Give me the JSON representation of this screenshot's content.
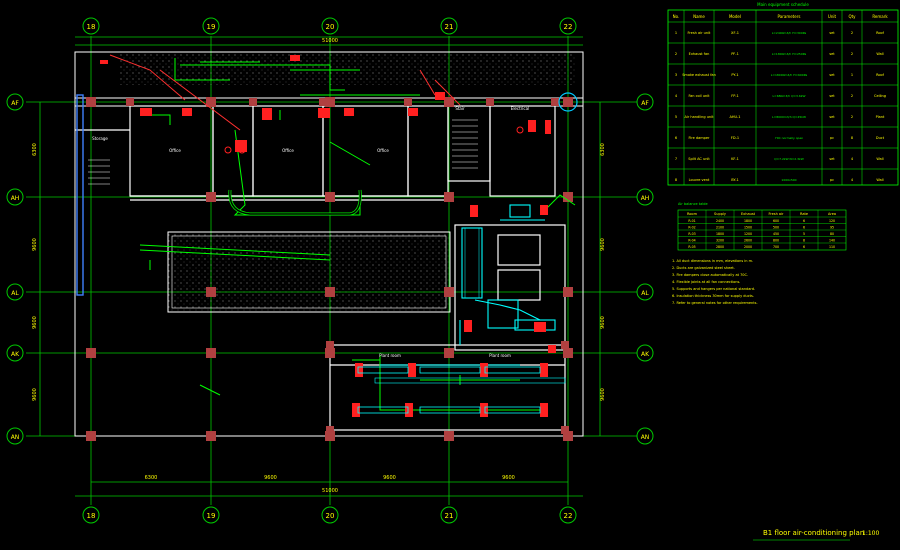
{
  "drawing": {
    "title": "B1 floor air-conditioning plan",
    "scale": "1:100",
    "colors": {
      "background": "#000000",
      "wall": "#ffffff",
      "grid": "#00c800",
      "duct_green": "#00ff00",
      "duct_cyan": "#00ffff",
      "equipment_red": "#ff2020",
      "column": "#b04040",
      "text_yellow": "#ffff00",
      "table": "#00ff00"
    },
    "axes_horizontal": [
      "18",
      "19",
      "20",
      "21",
      "22"
    ],
    "axes_vertical": [
      "AF",
      "AH",
      "AL",
      "AK",
      "AN"
    ],
    "overall_dim": "51000",
    "bay_dims": [
      "6300",
      "9600",
      "9600",
      "9600"
    ]
  },
  "equipment_table": {
    "title": "Main equipment schedule",
    "headers": [
      "No.",
      "Name",
      "Model",
      "Parameters",
      "Unit",
      "Qty",
      "Remark"
    ],
    "rows": [
      {
        "no": "1",
        "name": "Fresh air unit",
        "model": "XF-1",
        "params": "L=2400m3/h H=300Pa",
        "unit": "set",
        "qty": "2",
        "remark": "Roof"
      },
      {
        "no": "2",
        "name": "Exhaust fan",
        "model": "PF-1",
        "params": "L=1800m3/h H=250Pa",
        "unit": "set",
        "qty": "2",
        "remark": "Wall"
      },
      {
        "no": "3",
        "name": "Smoke exhaust fan",
        "model": "PY-1",
        "params": "L=18000m3/h H=600Pa",
        "unit": "set",
        "qty": "1",
        "remark": "Roof"
      },
      {
        "no": "4",
        "name": "Fan coil unit",
        "model": "FP-1",
        "params": "L=680m3/h Q=3.6kW",
        "unit": "set",
        "qty": "2",
        "remark": "Ceiling"
      },
      {
        "no": "5",
        "name": "Air handling unit",
        "model": "AHU-1",
        "params": "L=8000m3/h Q=45kW",
        "unit": "set",
        "qty": "2",
        "remark": "Plant"
      },
      {
        "no": "6",
        "name": "Fire damper",
        "model": "FD-1",
        "params": "70C normally open",
        "unit": "pc",
        "qty": "8",
        "remark": "Duct"
      },
      {
        "no": "7",
        "name": "Split AC unit",
        "model": "KF-1",
        "params": "Q=7.2kW N=2.3kW",
        "unit": "set",
        "qty": "4",
        "remark": "Wall"
      },
      {
        "no": "8",
        "name": "Louvre vent",
        "model": "BY-1",
        "params": "1000x500",
        "unit": "pc",
        "qty": "4",
        "remark": "Wall"
      }
    ]
  },
  "small_table": {
    "title": "Air balance table",
    "headers": [
      "Room",
      "Supply",
      "Exhaust",
      "Fresh air",
      "Rate",
      "Area"
    ],
    "rows": [
      [
        "R-01",
        "2400",
        "1800",
        "600",
        "6",
        "120"
      ],
      [
        "R-02",
        "2100",
        "1500",
        "500",
        "6",
        "95"
      ],
      [
        "R-03",
        "1800",
        "1200",
        "450",
        "5",
        "80"
      ],
      [
        "R-04",
        "3200",
        "2600",
        "800",
        "8",
        "140"
      ],
      [
        "R-05",
        "2800",
        "2000",
        "700",
        "6",
        "110"
      ]
    ]
  },
  "notes": [
    "1. All duct dimensions in mm, elevations in m.",
    "2. Ducts are galvanized steel sheet.",
    "3. Fire dampers close automatically at 70C.",
    "4. Flexible joints at all fan connections.",
    "5. Supports and hangers per national standard.",
    "6. Insulation thickness 30mm for supply ducts.",
    "7. Refer to general notes for other requirements."
  ],
  "room_labels": [
    "Office",
    "Office",
    "Office",
    "Stair",
    "Electrical",
    "Storage",
    "Plant room",
    "Plant room"
  ]
}
